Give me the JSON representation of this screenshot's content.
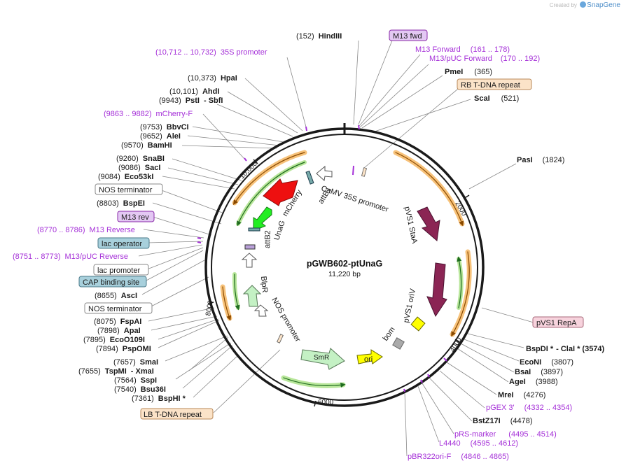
{
  "watermark": {
    "prefix": "Created by",
    "brand": "SnapGene"
  },
  "plasmid": {
    "name": "pGWB602-ptUnaG",
    "size_label": "11,220 bp",
    "total_bp": 11220
  },
  "colors": {
    "backbone": "#1a1a1a",
    "leader": "#777777",
    "primer": "#a530d8",
    "primer_fill": "#e3c8f3",
    "terminal_repeat": "#fbe3c8",
    "protein_bind": "#a8d0dc",
    "rep_origin": "#f7d3dd",
    "arrow_dark": "#8b2554",
    "arrow_red": "#ee1010",
    "arrow_green": "#22ee22",
    "arrow_light_green": "#c4f1c4",
    "arrow_yellow": "#ffff00",
    "orf_orange": "#f5a623",
    "orf_green": "#7ac74f"
  },
  "ruler_ticks": [
    "2000",
    "4000",
    "6000",
    "8000",
    "10,000"
  ],
  "labels_right": [
    {
      "pos": "(152)",
      "name": "HindIII",
      "extra": ""
    },
    {
      "pos": "",
      "name": "M13 fwd",
      "extra": ""
    },
    {
      "pos": "",
      "name": "M13 Forward",
      "extra": "(161 .. 178)"
    },
    {
      "pos": "",
      "name": "M13/pUC Forward",
      "extra": "(170 .. 192)"
    },
    {
      "pos": "",
      "name": "PmeI",
      "extra": "(365)"
    },
    {
      "pos": "",
      "name": "RB T-DNA repeat",
      "extra": ""
    },
    {
      "pos": "",
      "name": "ScaI",
      "extra": "(521)"
    },
    {
      "pos": "",
      "name": "PasI",
      "extra": "(1824)"
    },
    {
      "pos": "",
      "name": "pVS1 RepA",
      "extra": ""
    },
    {
      "pos": "",
      "name": "BspDI *",
      "extra": "- ClaI *   (3574)"
    },
    {
      "pos": "",
      "name": "EcoNI",
      "extra": "(3807)"
    },
    {
      "pos": "",
      "name": "BsaI",
      "extra": "(3897)"
    },
    {
      "pos": "",
      "name": "AgeI",
      "extra": "(3988)"
    },
    {
      "pos": "",
      "name": "MreI",
      "extra": "(4276)"
    },
    {
      "pos": "",
      "name": "pGEX 3'",
      "extra": "(4332 .. 4354)"
    },
    {
      "pos": "",
      "name": "BstZ17I",
      "extra": "(4478)"
    },
    {
      "pos": "",
      "name": "pRS-marker",
      "extra": "(4495 .. 4514)"
    },
    {
      "pos": "",
      "name": "L4440",
      "extra": "(4595 .. 4612)"
    },
    {
      "pos": "",
      "name": "pBR322ori-F",
      "extra": "(4846 .. 4865)"
    }
  ],
  "labels_left": [
    {
      "pos": "(10,712 .. 10,732)",
      "name": "35S promoter"
    },
    {
      "pos": "(10,373)",
      "name": "HpaI"
    },
    {
      "pos": "(10,101)",
      "name": "AhdI"
    },
    {
      "pos": "(9943)",
      "name": "PstI",
      "extra": "- SbfI"
    },
    {
      "pos": "(9863 .. 9882)",
      "name": "mCherry-F"
    },
    {
      "pos": "(9753)",
      "name": "BbvCI"
    },
    {
      "pos": "(9652)",
      "name": "AleI"
    },
    {
      "pos": "(9570)",
      "name": "BamHI"
    },
    {
      "pos": "(9260)",
      "name": "SnaBI"
    },
    {
      "pos": "(9086)",
      "name": "SacI"
    },
    {
      "pos": "(9084)",
      "name": "Eco53kI"
    },
    {
      "pos": "",
      "name": "NOS terminator"
    },
    {
      "pos": "(8803)",
      "name": "BspEI"
    },
    {
      "pos": "",
      "name": "M13 rev"
    },
    {
      "pos": "(8770 .. 8786)",
      "name": "M13 Reverse"
    },
    {
      "pos": "",
      "name": "lac operator"
    },
    {
      "pos": "(8751 .. 8773)",
      "name": "M13/pUC Reverse"
    },
    {
      "pos": "",
      "name": "lac promoter"
    },
    {
      "pos": "",
      "name": "CAP binding site"
    },
    {
      "pos": "(8655)",
      "name": "AscI"
    },
    {
      "pos": "",
      "name": "NOS terminator"
    },
    {
      "pos": "(8075)",
      "name": "FspAI"
    },
    {
      "pos": "(7898)",
      "name": "ApaI"
    },
    {
      "pos": "(7895)",
      "name": "EcoO109I"
    },
    {
      "pos": "(7894)",
      "name": "PspOMI"
    },
    {
      "pos": "(7657)",
      "name": "SmaI"
    },
    {
      "pos": "(7655)",
      "name": "TspMI",
      "extra": "- XmaI"
    },
    {
      "pos": "(7564)",
      "name": "SspI"
    },
    {
      "pos": "(7540)",
      "name": "Bsu36I"
    },
    {
      "pos": "(7361)",
      "name": "BspHI *"
    },
    {
      "pos": "",
      "name": "LB T-DNA repeat"
    }
  ],
  "features": {
    "camv35s": "CaMV 35S promoter",
    "attB1": "attB1",
    "mcherry": "mCherry",
    "unag": "UnaG",
    "attB2": "attB2",
    "blpr": "BlpR",
    "nos_promoter": "NOS promoter",
    "smr": "SmR",
    "ori": "ori",
    "bom": "bom",
    "pvs1_stab": "pVS1 StaA",
    "pvs1_oriv": "pVS1 oriV"
  }
}
